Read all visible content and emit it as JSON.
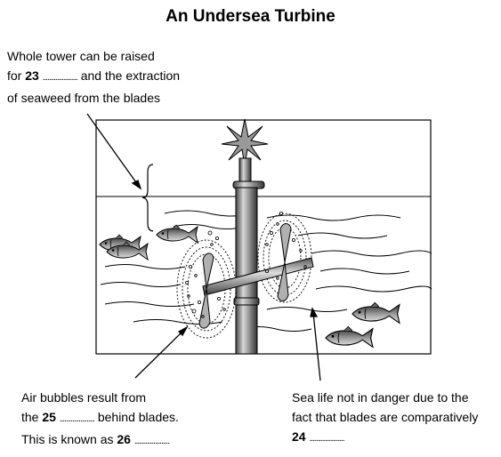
{
  "title": "An Undersea Turbine",
  "annotations": {
    "tower": {
      "line1": "Whole tower can be raised",
      "line2_pre": "for ",
      "q23": "23",
      "line2_dots": "......................",
      "line2_post": " and the extraction",
      "line3": "of seaweed from the blades"
    },
    "bubbles": {
      "line1": "Air bubbles result from",
      "line2_pre": "the ",
      "q25": "25",
      "line2_dots": "......................",
      "line2_post": " behind blades.",
      "line3_pre": "This is known as ",
      "q26": "26",
      "line3_dots": "......................"
    },
    "sealife": {
      "line1": "Sea life not in danger due to the",
      "line2": "fact that blades are comparatively",
      "q24": "24",
      "line3_dots": "......................"
    }
  }
}
